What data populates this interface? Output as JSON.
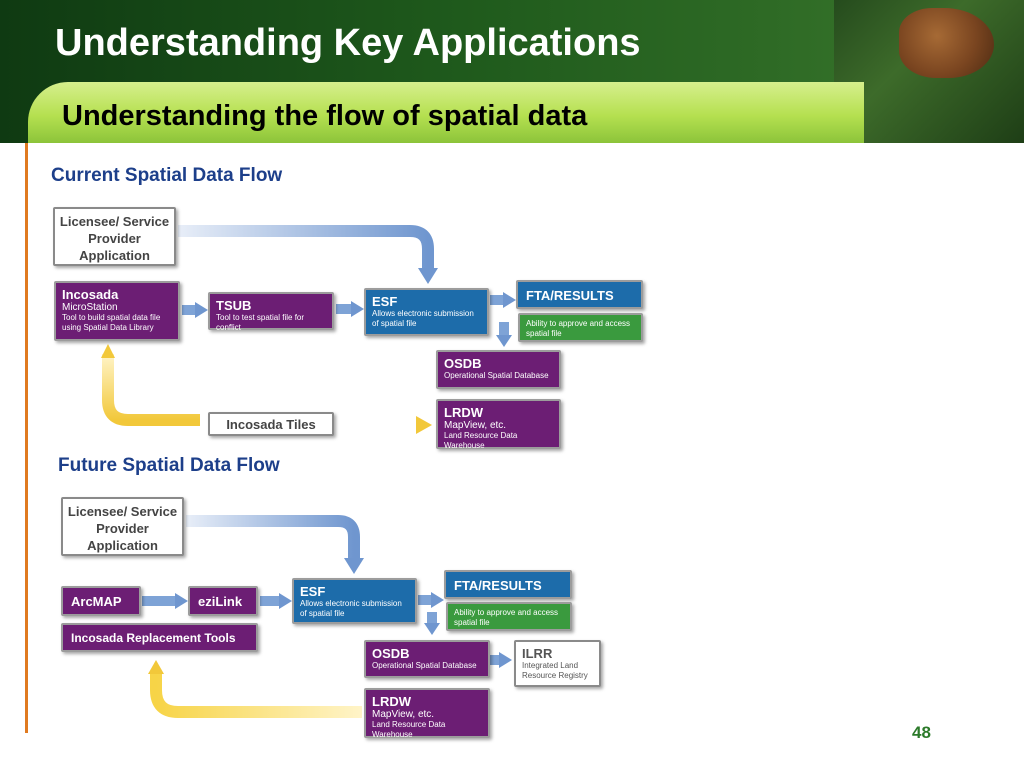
{
  "header": {
    "title": "Understanding Key Applications",
    "subtitle": "Understanding the flow of spatial data"
  },
  "current": {
    "title": "Current Spatial Data Flow",
    "licensee": "Licensee/ Service Provider Application",
    "incosada": {
      "title": "Incosada",
      "line1": "MicroStation",
      "line2": "Tool to build spatial data file using Spatial Data Library"
    },
    "tsub": {
      "title": "TSUB",
      "desc": "Tool to test spatial file for conflict"
    },
    "esf": {
      "title": "ESF",
      "desc": "Allows electronic submission of spatial file"
    },
    "fta": {
      "title": "FTA/RESULTS",
      "desc": "Ability to approve and access spatial file"
    },
    "osdb": {
      "title": "OSDB",
      "desc": "Operational Spatial Database"
    },
    "tiles": "Incosada Tiles",
    "lrdw": {
      "title": "LRDW",
      "line1": "MapView, etc.",
      "desc": "Land Resource Data Warehouse"
    }
  },
  "future": {
    "title": "Future Spatial Data Flow",
    "licensee": "Licensee/ Service Provider Application",
    "arcmap": "ArcMAP",
    "ezilink": "eziLink",
    "replacement": "Incosada Replacement Tools",
    "esf": {
      "title": "ESF",
      "desc": "Allows electronic submission of spatial file"
    },
    "fta": {
      "title": "FTA/RESULTS",
      "desc": "Ability to approve and access spatial file"
    },
    "osdb": {
      "title": "OSDB",
      "desc": "Operational Spatial Database"
    },
    "ilrr": {
      "title": "ILRR",
      "desc": "Integrated Land Resource Registry"
    },
    "lrdw": {
      "title": "LRDW",
      "line1": "MapView, etc.",
      "desc": "Land Resource Data Warehouse"
    }
  },
  "colors": {
    "purple": "#6c1e74",
    "blue": "#1d6caa",
    "green": "#3a9a3e",
    "arrow_blue": "#7ea3d6",
    "arrow_yellow": "#f2cc3c",
    "title_blue": "#1d3f8a"
  },
  "slide_number": "48"
}
